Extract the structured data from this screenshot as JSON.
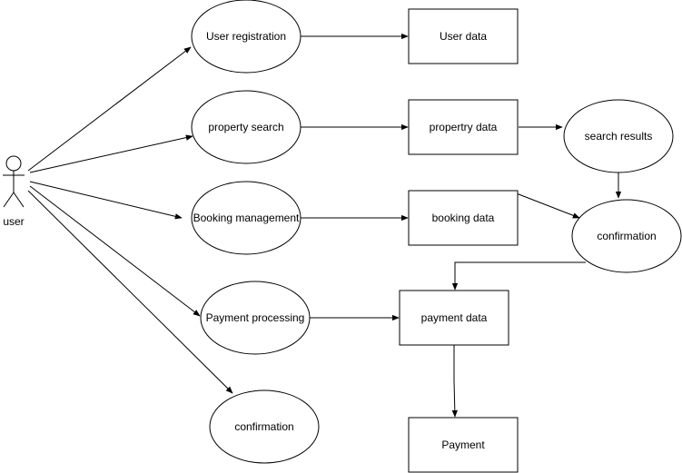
{
  "diagram": {
    "actor": {
      "label": "user"
    },
    "processes": {
      "user_registration": "User registration",
      "property_search": "property search",
      "booking_management": "Booking management",
      "payment_processing": "Payment processing",
      "confirmation_left": "confirmation",
      "search_results": "search results",
      "confirmation_right": "confirmation"
    },
    "data_stores": {
      "user_data": "User data",
      "property_data": "propertry data",
      "booking_data": "booking data",
      "payment_data": "payment data",
      "payment": "Payment"
    }
  }
}
